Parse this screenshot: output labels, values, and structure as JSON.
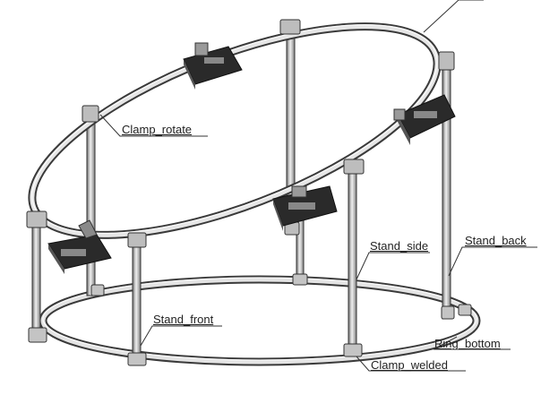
{
  "labels": {
    "clamp_rotate": "Clamp_rotate",
    "stand_side": "Stand_side",
    "stand_back": "Stand_back",
    "stand_front": "Stand_front",
    "ring_bottom": "Ring_bottom",
    "clamp_welded": "Clamp_welded"
  }
}
